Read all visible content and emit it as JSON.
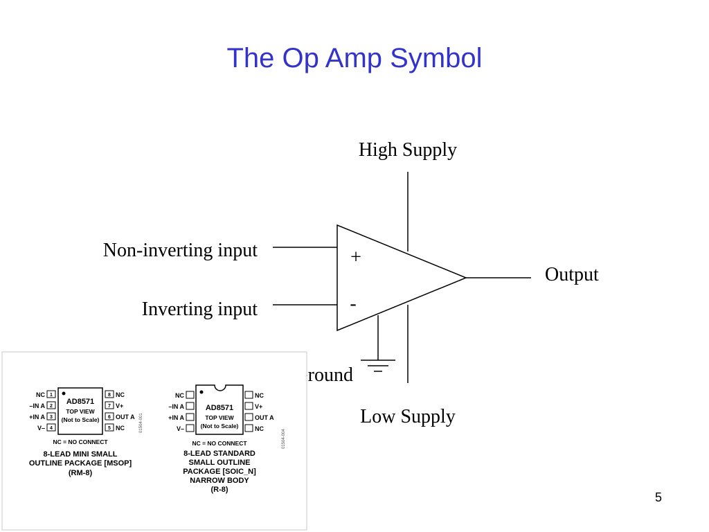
{
  "slide": {
    "title": "The Op Amp Symbol",
    "page_number": "5"
  },
  "opamp": {
    "labels": {
      "high_supply": "High Supply",
      "low_supply": "Low Supply",
      "non_inverting": "Non-inverting input",
      "inverting": "Inverting input",
      "output": "Output",
      "ground": "Ground"
    },
    "signs": {
      "plus": "+",
      "minus": "-"
    }
  },
  "pinouts": {
    "msop": {
      "part": "AD8571",
      "view": "TOP VIEW",
      "scale": "(Not to Scale)",
      "left_pins": [
        {
          "num": "1",
          "name": "NC"
        },
        {
          "num": "2",
          "name": "–IN A"
        },
        {
          "num": "3",
          "name": "+IN A"
        },
        {
          "num": "4",
          "name": "V–"
        }
      ],
      "right_pins": [
        {
          "num": "8",
          "name": "NC"
        },
        {
          "num": "7",
          "name": "V+"
        },
        {
          "num": "6",
          "name": "OUT A"
        },
        {
          "num": "5",
          "name": "NC"
        }
      ],
      "note": "NC = NO CONNECT",
      "caption": [
        "8-LEAD MINI SMALL",
        "OUTLINE PACKAGE [MSOP]",
        "(RM-8)"
      ],
      "side_code": "01504-001"
    },
    "soic": {
      "part": "AD8571",
      "view": "TOP VIEW",
      "scale": "(Not to Scale)",
      "left_pins": [
        {
          "name": "NC"
        },
        {
          "name": "–IN A"
        },
        {
          "name": "+IN A"
        },
        {
          "name": "V–"
        }
      ],
      "right_pins": [
        {
          "name": "NC"
        },
        {
          "name": "V+"
        },
        {
          "name": "OUT A"
        },
        {
          "name": "NC"
        }
      ],
      "note": "NC = NO CONNECT",
      "caption": [
        "8-LEAD STANDARD",
        "SMALL OUTLINE",
        "PACKAGE [SOIC_N]",
        "NARROW BODY",
        "(R-8)"
      ],
      "side_code": "01504-004"
    }
  }
}
